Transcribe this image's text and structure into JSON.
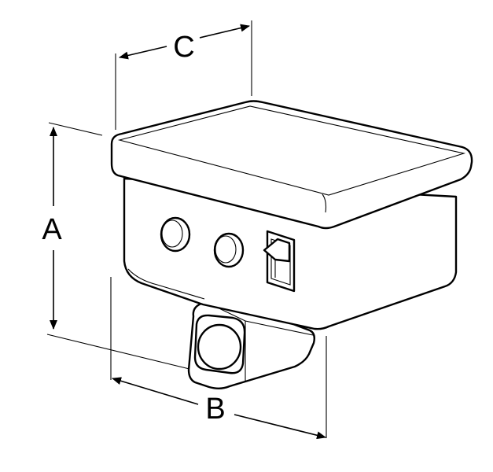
{
  "diagram": {
    "labels": {
      "a": "A",
      "b": "B",
      "c": "C"
    },
    "colors": {
      "stroke": "#000000",
      "fill": "#ffffff",
      "background": "#ffffff"
    },
    "icons": {
      "knob_left": "round-knob-icon",
      "knob_right": "round-knob-icon",
      "switch": "rocker-switch-icon",
      "port": "round-port-icon"
    }
  }
}
